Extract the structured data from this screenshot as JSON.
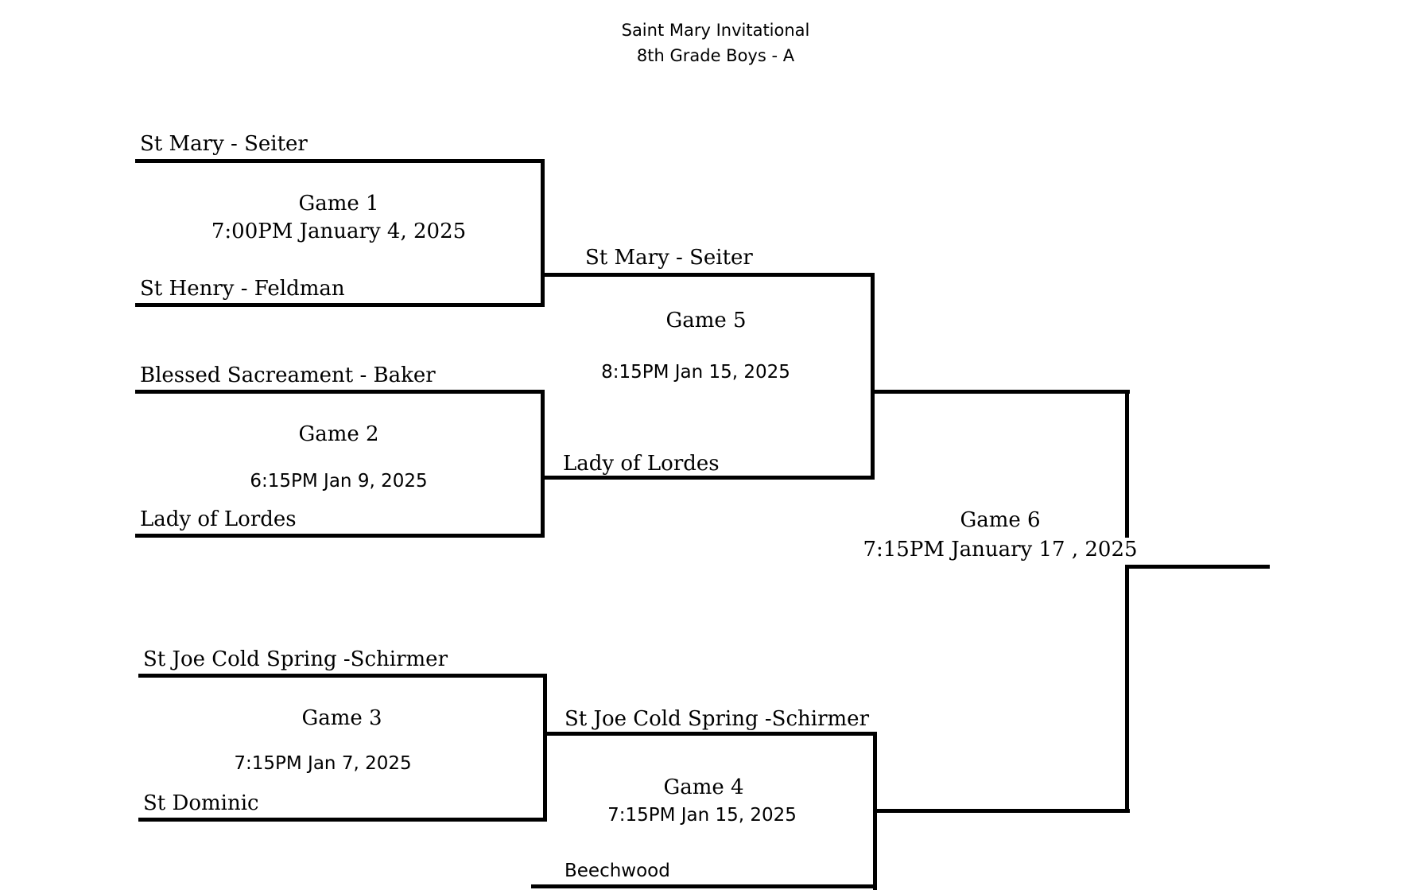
{
  "header": {
    "title": "Saint Mary Invitational",
    "subtitle": "8th Grade Boys - A"
  },
  "round1": [
    {
      "team_top": "St Mary - Seiter",
      "team_bottom": "St Henry - Feldman",
      "game": "Game 1",
      "time": "7:00PM January 4, 2025"
    },
    {
      "team_top": "Blessed Sacreament - Baker",
      "team_bottom": "Lady of Lordes",
      "game": "Game 2",
      "time": "6:15PM Jan 9, 2025"
    },
    {
      "team_top": "St Joe Cold Spring -Schirmer",
      "team_bottom": "St Dominic",
      "game": "Game 3",
      "time": "7:15PM Jan 7, 2025"
    }
  ],
  "round2": [
    {
      "team_top": "St Mary - Seiter",
      "team_bottom": "Lady of Lordes",
      "game": "Game 5",
      "time": "8:15PM Jan 15, 2025"
    },
    {
      "team_top": "St Joe Cold Spring -Schirmer",
      "team_bottom": "Beechwood",
      "game": "Game 4",
      "time": "7:15PM Jan 15, 2025"
    }
  ],
  "final": {
    "game": "Game 6",
    "time": "7:15PM January 17 , 2025"
  }
}
